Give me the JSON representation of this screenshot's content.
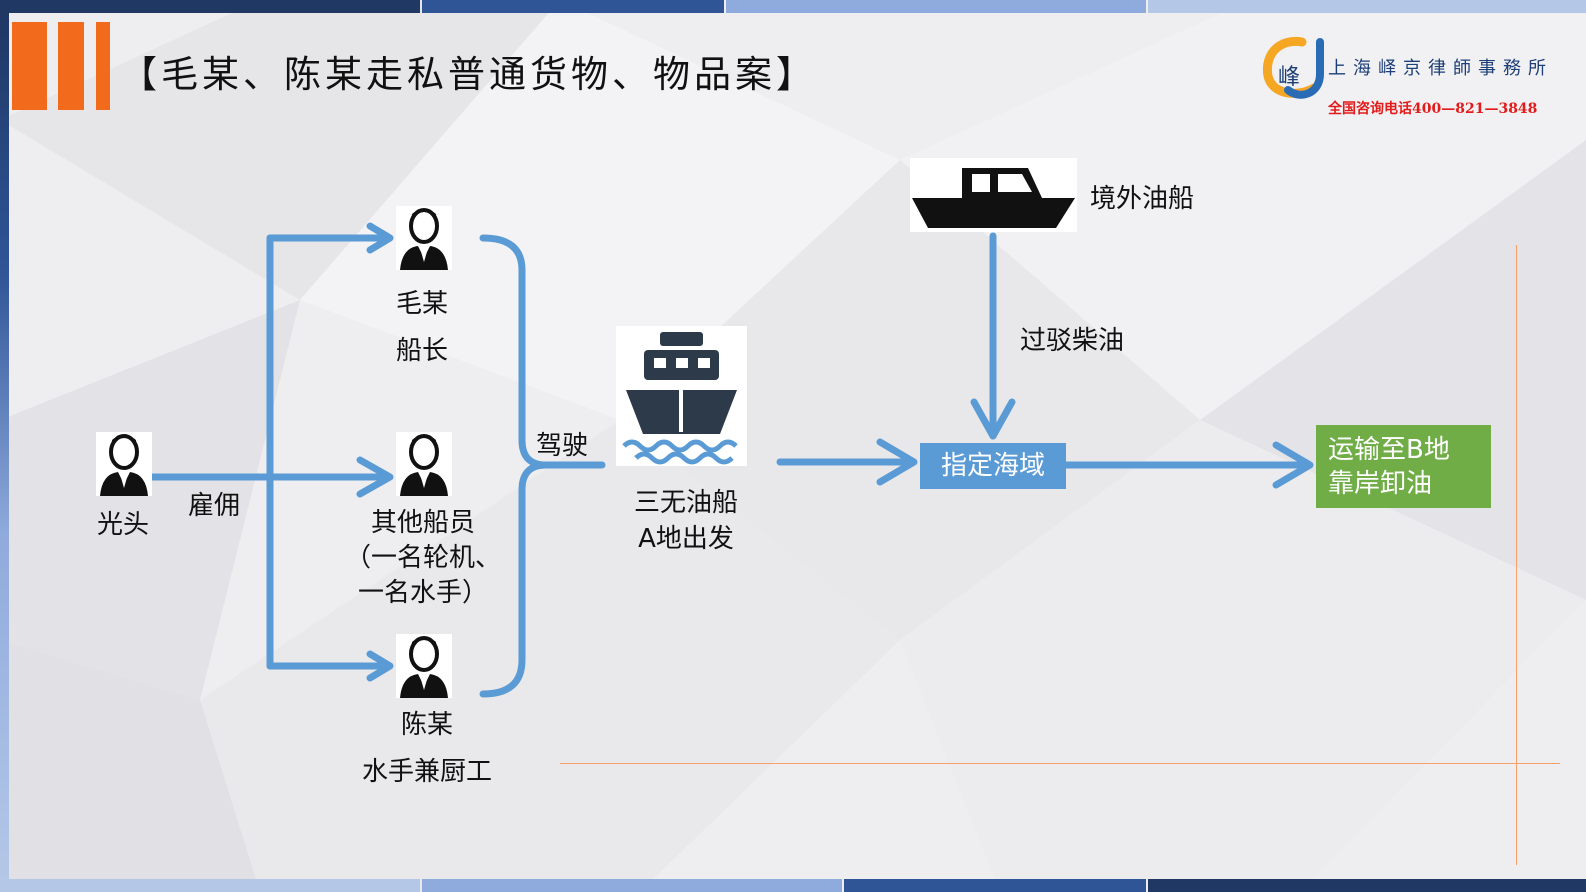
{
  "title": "【毛某、陈某走私普通货物、物品案】",
  "logo": {
    "glyph": "峰",
    "name": "上海峄京律師事務所",
    "phone": "全国咨询电话400—821—3848"
  },
  "nodes": {
    "guangtou": "光头",
    "hire_label": "雇佣",
    "mao_name": "毛某",
    "mao_role": "船长",
    "crew_name": "其他船员",
    "crew_detail_1": "（一名轮机、",
    "crew_detail_2": "一名水手）",
    "chen_name": "陈某",
    "chen_role": "水手兼厨工",
    "drive_label": "驾驶",
    "ship_line1": "三无油船",
    "ship_line2": "A地出发",
    "foreign_ship": "境外油船",
    "transfer_label": "过驳柴油",
    "designated_area": "指定海域",
    "dest_line1": "运输至B地",
    "dest_line2": "靠岸卸油"
  },
  "colors": {
    "arrow": "#5b9bd5",
    "accent_orange": "#f26b1d",
    "box_blue": "#5b9bd5",
    "box_green": "#70ad47",
    "phone_red": "#e21b1b"
  }
}
